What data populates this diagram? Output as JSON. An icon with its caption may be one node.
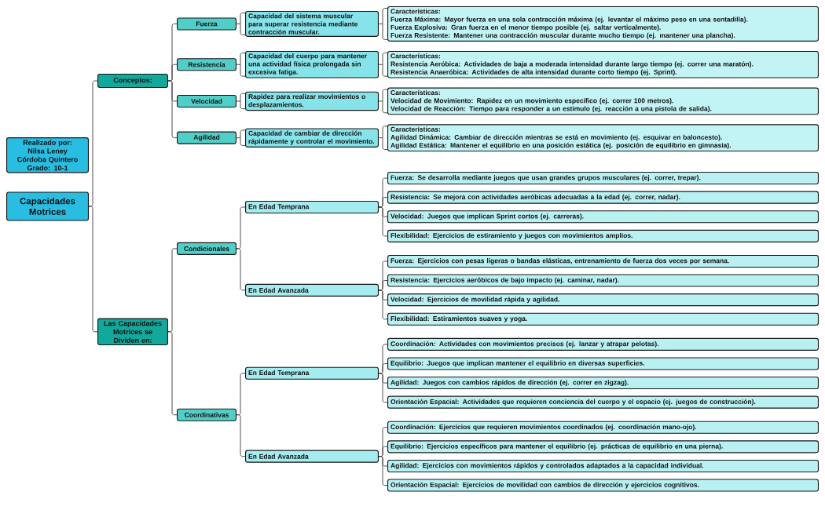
{
  "diagram": {
    "nodes": [
      {
        "text": [
          "Realizado por:",
          "Nilsa Leney Córdoba Quintero",
          "Grado: 10-1"
        ]
      },
      {
        "text": [
          "Capacidades Motrices"
        ]
      },
      {
        "text": [
          "Conceptos:"
        ]
      },
      {
        "text": [
          "Fuerza"
        ]
      },
      {
        "text": [
          "Capacidad del sistema muscular para superar resistencia mediante contracción muscular."
        ]
      },
      {
        "text": [
          "Características:",
          "Fuerza Máxima: Mayor fuerza en una sola contracción máxima (ej. levantar el máximo peso en una sentadilla).",
          "Fuerza Explosiva: Gran fuerza en el menor tiempo posible (ej. saltar verticalmente).",
          "Fuerza Resistente: Mantener una contracción muscular durante mucho tiempo (ej. mantener una plancha)."
        ]
      },
      {
        "text": [
          "Resistencia"
        ]
      },
      {
        "text": [
          "Capacidad del cuerpo para mantener una actividad física prolongada sin excesiva fatiga."
        ]
      },
      {
        "text": [
          "Características:",
          "Resistencia Aeróbica: Actividades de baja a moderada intensidad durante largo tiempo (ej. correr una maratón).",
          "Resistencia Anaeróbica: Actividades de alta intensidad durante corto tiempo (ej. Sprint)."
        ]
      },
      {
        "text": [
          "Velocidad"
        ]
      },
      {
        "text": [
          "Rapidez para realizar movimientos o desplazamientos."
        ]
      },
      {
        "text": [
          "Características:",
          "Velocidad de Movimiento: Rapidez en un movimiento específico (ej. correr 100 metros).",
          "Velocidad de Reacción: Tiempo para responder a un estímulo (ej. reacción a una pistola de salida)."
        ]
      },
      {
        "text": [
          "Agilidad"
        ]
      },
      {
        "text": [
          "Capacidad de cambiar de dirección rápidamente y controlar el movimiento."
        ]
      },
      {
        "text": [
          "Características:",
          "Agilidad Dinámica: Cambiar de dirección mientras se está en movimiento (ej. esquivar en baloncesto).",
          "Agilidad Estática: Mantener el equilibrio en una posición estática (ej. posición de equilibrio en gimnasia)."
        ]
      },
      {
        "text": [
          "Las Capacidades Motrices se Dividen en:"
        ]
      },
      {
        "text": [
          "Condicionales"
        ]
      },
      {
        "text": [
          "En Edad Temprana"
        ]
      },
      {
        "text": [
          "Fuerza: Se desarrolla mediante juegos que usan grandes grupos musculares (ej. correr, trepar)."
        ]
      },
      {
        "text": [
          "Resistencia: Se mejora con actividades aeróbicas adecuadas a la edad (ej. correr, nadar)."
        ]
      },
      {
        "text": [
          "Velocidad: Juegos que implican Sprint cortos (ej. carreras)."
        ]
      },
      {
        "text": [
          "Flexibilidad: Ejercicios de estiramiento y juegos con movimientos amplios."
        ]
      },
      {
        "text": [
          "En Edad Avanzada"
        ]
      },
      {
        "text": [
          "Fuerza: Ejercicios con pesas ligeras o bandas elásticas, entrenamiento de fuerza dos veces por semana."
        ]
      },
      {
        "text": [
          "Resistencia: Ejercicios aeróbicos de bajo impacto (ej. caminar, nadar)."
        ]
      },
      {
        "text": [
          "Velocidad: Ejercicios de movilidad rápida y agilidad."
        ]
      },
      {
        "text": [
          "Flexibilidad: Estiramientos suaves y yoga."
        ]
      },
      {
        "text": [
          "Coordinativas"
        ]
      },
      {
        "text": [
          "En Edad Temprana"
        ]
      },
      {
        "text": [
          "Coordinación: Actividades con movimientos precisos (ej. lanzar y atrapar pelotas)."
        ]
      },
      {
        "text": [
          "Equilibrio: Juegos que implican mantener el equilibrio en diversas superficies."
        ]
      },
      {
        "text": [
          "Agilidad: Juegos con cambios rápidos de dirección (ej. correr en zigzag)."
        ]
      },
      {
        "text": [
          "Orientación Espacial: Actividades que requieren conciencia del cuerpo y el espacio (ej. juegos de construcción)."
        ]
      },
      {
        "text": [
          "En Edad Avanzada"
        ]
      },
      {
        "text": [
          "Coordinación: Ejercicios que requieren movimientos coordinados (ej. coordinación mano-ojo)."
        ]
      },
      {
        "text": [
          "Equilibrio: Ejercicios específicos para mantener el equilibrio (ej. prácticas de equilibrio en una pierna)."
        ]
      },
      {
        "text": [
          "Agilidad: Ejercicios con movimientos rápidos y controlados adaptados a la capacidad individual."
        ]
      },
      {
        "text": [
          "Orientación Espacial: Ejercicios de movilidad con cambios de dirección y ejercicios cognitivos."
        ]
      }
    ],
    "edges": [
      {
        "from": 1,
        "to": 2,
        "arrow": "none"
      },
      {
        "from": 1,
        "to": 15,
        "arrow": "none"
      },
      {
        "from": 2,
        "to": 3,
        "arrow": "none"
      },
      {
        "from": 2,
        "to": 6,
        "arrow": "none"
      },
      {
        "from": 2,
        "to": 9,
        "arrow": "none"
      },
      {
        "from": 2,
        "to": 12,
        "arrow": "none"
      },
      {
        "from": 3,
        "to": 4,
        "arrow": "none"
      },
      {
        "from": 4,
        "to": 5,
        "arrow": "none"
      },
      {
        "from": 6,
        "to": 7,
        "arrow": "none"
      },
      {
        "from": 7,
        "to": 8,
        "arrow": "none"
      },
      {
        "from": 9,
        "to": 10,
        "arrow": "none"
      },
      {
        "from": 10,
        "to": 11,
        "arrow": "none"
      },
      {
        "from": 12,
        "to": 13,
        "arrow": "none"
      },
      {
        "from": 13,
        "to": 14,
        "arrow": "none"
      },
      {
        "from": 15,
        "to": 16,
        "arrow": "none"
      },
      {
        "from": 15,
        "to": 27,
        "arrow": "none"
      },
      {
        "from": 16,
        "to": 17,
        "arrow": "none"
      },
      {
        "from": 16,
        "to": 22,
        "arrow": "none"
      },
      {
        "from": 17,
        "to": 18,
        "arrow": "none"
      },
      {
        "from": 17,
        "to": 19,
        "arrow": "none"
      },
      {
        "from": 17,
        "to": 20,
        "arrow": "none"
      },
      {
        "from": 17,
        "to": 21,
        "arrow": "none"
      },
      {
        "from": 22,
        "to": 23,
        "arrow": "none"
      },
      {
        "from": 22,
        "to": 24,
        "arrow": "none"
      },
      {
        "from": 22,
        "to": 25,
        "arrow": "none"
      },
      {
        "from": 22,
        "to": 26,
        "arrow": "none"
      },
      {
        "from": 27,
        "to": 28,
        "arrow": "none"
      },
      {
        "from": 27,
        "to": 33,
        "arrow": "none"
      },
      {
        "from": 28,
        "to": 29,
        "arrow": "none"
      },
      {
        "from": 28,
        "to": 30,
        "arrow": "none"
      },
      {
        "from": 28,
        "to": 31,
        "arrow": "none"
      },
      {
        "from": 28,
        "to": 32,
        "arrow": "none"
      },
      {
        "from": 33,
        "to": 34,
        "arrow": "none"
      },
      {
        "from": 33,
        "to": 35,
        "arrow": "none"
      },
      {
        "from": 33,
        "to": 36,
        "arrow": "none"
      },
      {
        "from": 33,
        "to": 37,
        "arrow": "none"
      }
    ]
  }
}
